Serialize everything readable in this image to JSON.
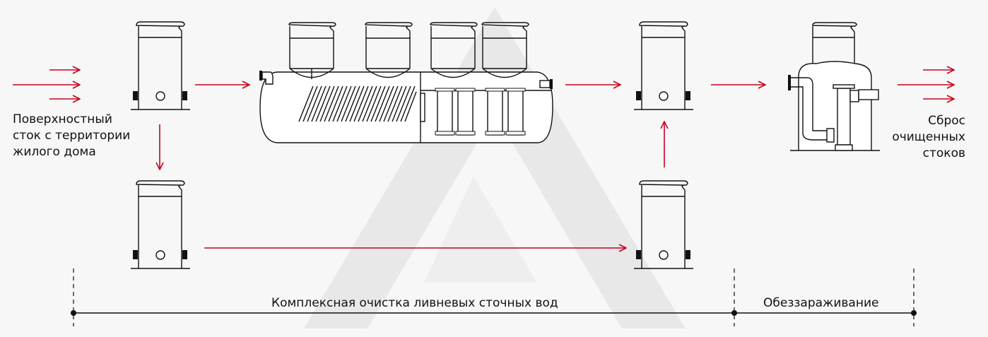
{
  "labels": {
    "inflow": "Поверхностный\nсток с территории\nжилого дома",
    "outflow": "Сброс\nочищенных\nстоков"
  },
  "stages": [
    {
      "label": "Комплексная очистка ливневых сточных вод"
    },
    {
      "label": "Обеззараживание"
    }
  ],
  "colors": {
    "flow_arrow": "#c8001e",
    "line": "#111111",
    "watermark": "#e6e6e6"
  }
}
